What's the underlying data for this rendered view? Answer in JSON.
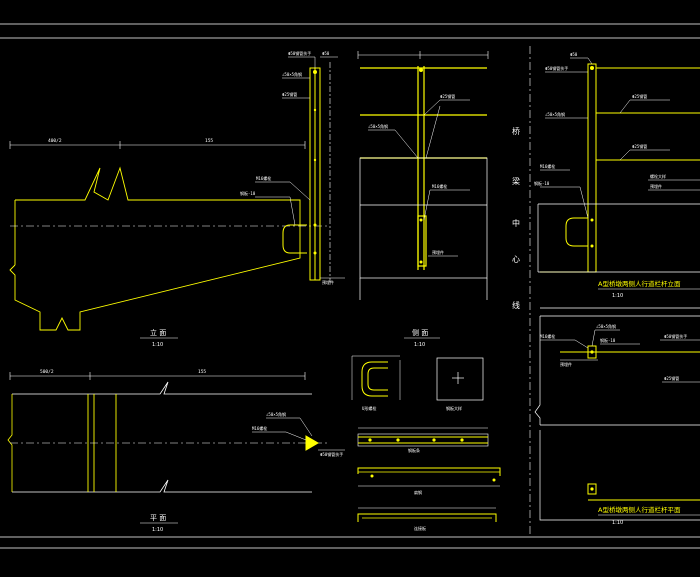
{
  "drawing": {
    "background": "#000000",
    "line_colors": {
      "structure": "#ffff00",
      "annotation": "#ffffff",
      "centerline": "#ffffff",
      "frame": "#ffffff"
    }
  },
  "views": {
    "front_elevation": {
      "title": "立 面",
      "scale": "1:10"
    },
    "side_elevation": {
      "title": "侧 面",
      "scale": "1:10"
    },
    "plan_view": {
      "title": "平 面",
      "scale": "1:10"
    },
    "railing_elevation_a": {
      "title": "A型桥墩两侧人行道栏杆立面",
      "scale": "1:10"
    },
    "railing_plan_a": {
      "title": "A型桥墩两侧人行道栏杆平面",
      "scale": "1:10"
    }
  },
  "side_labels": {
    "top": "桥",
    "mid1": "梁",
    "mid2": "中",
    "mid3": "心",
    "bottom": "线"
  },
  "dimensions": {
    "front_left": "400/2",
    "front_right": "155",
    "plan_left": "500/2",
    "plan_right": "155"
  },
  "callouts": {
    "rail_top": "Φ50",
    "rail_pipe": "Φ50钢管扶手",
    "post": "∠50×5角钢",
    "mid_rail": "Φ25钢管",
    "anchor": "M16螺栓",
    "anchor_plate": "钢板-10",
    "u_bolt": "U形螺栓",
    "base": "预埋件",
    "bolt_detail": "螺栓大样",
    "plate_detail": "钢板大样",
    "strip_1": "钢板条",
    "strip_2": "扁钢",
    "strip_3": "连接板"
  }
}
